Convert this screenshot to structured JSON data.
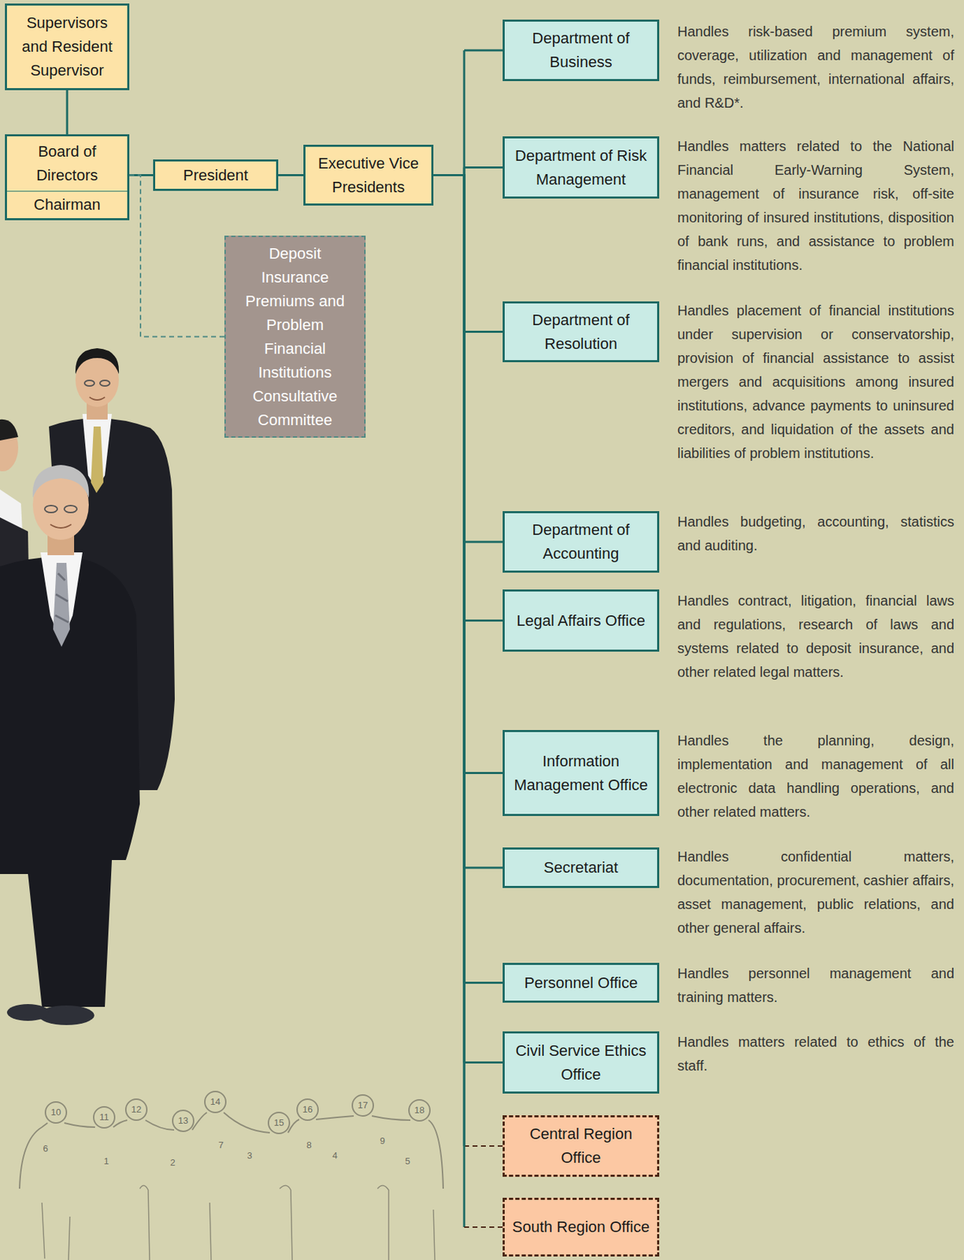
{
  "diagram": {
    "nodes": [
      {
        "text": [
          "Supervisors and Resident Supervisor"
        ]
      },
      {
        "text": [
          "Board of Directors",
          "Chairman"
        ]
      },
      {
        "text": [
          "President"
        ]
      },
      {
        "text": [
          "Executive Vice Presidents"
        ]
      },
      {
        "text": [
          "Deposit Insurance Premiums and Problem Financial Institutions Consultative Committee"
        ]
      },
      {
        "text": [
          "Department of Business"
        ]
      },
      {
        "text": [
          "Department of Risk Management"
        ]
      },
      {
        "text": [
          "Department of Resolution"
        ]
      },
      {
        "text": [
          "Department of Accounting"
        ]
      },
      {
        "text": [
          "Legal Affairs Office"
        ]
      },
      {
        "text": [
          "Information Management Office"
        ]
      },
      {
        "text": [
          "Secretariat"
        ]
      },
      {
        "text": [
          "Personnel Office"
        ]
      },
      {
        "text": [
          "Civil Service Ethics Office"
        ]
      },
      {
        "text": [
          "Central Region Office"
        ]
      },
      {
        "text": [
          "South Region Office"
        ]
      }
    ],
    "edges": [
      {
        "from": 0,
        "to": 1,
        "arrow": "none"
      },
      {
        "from": 1,
        "to": 2,
        "arrow": "none"
      },
      {
        "from": 2,
        "to": 3,
        "arrow": "none"
      },
      {
        "from": 1,
        "to": 4,
        "arrow": "none"
      },
      {
        "from": 3,
        "to": 5,
        "arrow": "none"
      },
      {
        "from": 3,
        "to": 6,
        "arrow": "none"
      },
      {
        "from": 3,
        "to": 7,
        "arrow": "none"
      },
      {
        "from": 3,
        "to": 8,
        "arrow": "none"
      },
      {
        "from": 3,
        "to": 9,
        "arrow": "none"
      },
      {
        "from": 3,
        "to": 10,
        "arrow": "none"
      },
      {
        "from": 3,
        "to": 11,
        "arrow": "none"
      },
      {
        "from": 3,
        "to": 12,
        "arrow": "none"
      },
      {
        "from": 3,
        "to": 13,
        "arrow": "none"
      },
      {
        "from": 3,
        "to": 14,
        "arrow": "none"
      },
      {
        "from": 3,
        "to": 15,
        "arrow": "none"
      }
    ],
    "labels": [
      "Handles risk-based premium system, coverage, utilization and management of funds, reimbursement, international affairs, and R&D*.",
      "Handles matters related to the National Financial Early-Warning System, management of insurance risk, off-site monitoring of insured institutions, disposition of bank runs, and assistance to problem financial institutions.",
      "Handles placement of financial institutions under supervision or conservatorship, provision of financial assistance to assist mergers and acquisitions among insured institutions, advance payments to uninsured creditors, and liquidation of the assets and liabilities of problem institutions.",
      "Handles budgeting, accounting, statistics and auditing.",
      "Handles contract, litigation, financial laws and regulations, research of laws and systems related to deposit insurance, and other related legal matters.",
      "Handles the planning, design, implementation and management of all electronic data handling operations, and other related matters.",
      "Handles confidential matters, documentation, procurement, cashier affairs, asset management, public relations, and other general affairs.",
      "Handles personnel management and training matters.",
      "Handles matters related to ethics of the staff.",
      "10",
      "11",
      "12",
      "13",
      "14",
      "15",
      "16",
      "17",
      "18",
      "6",
      "1",
      "2",
      "7",
      "3",
      "8",
      "4",
      "9",
      "5"
    ]
  }
}
